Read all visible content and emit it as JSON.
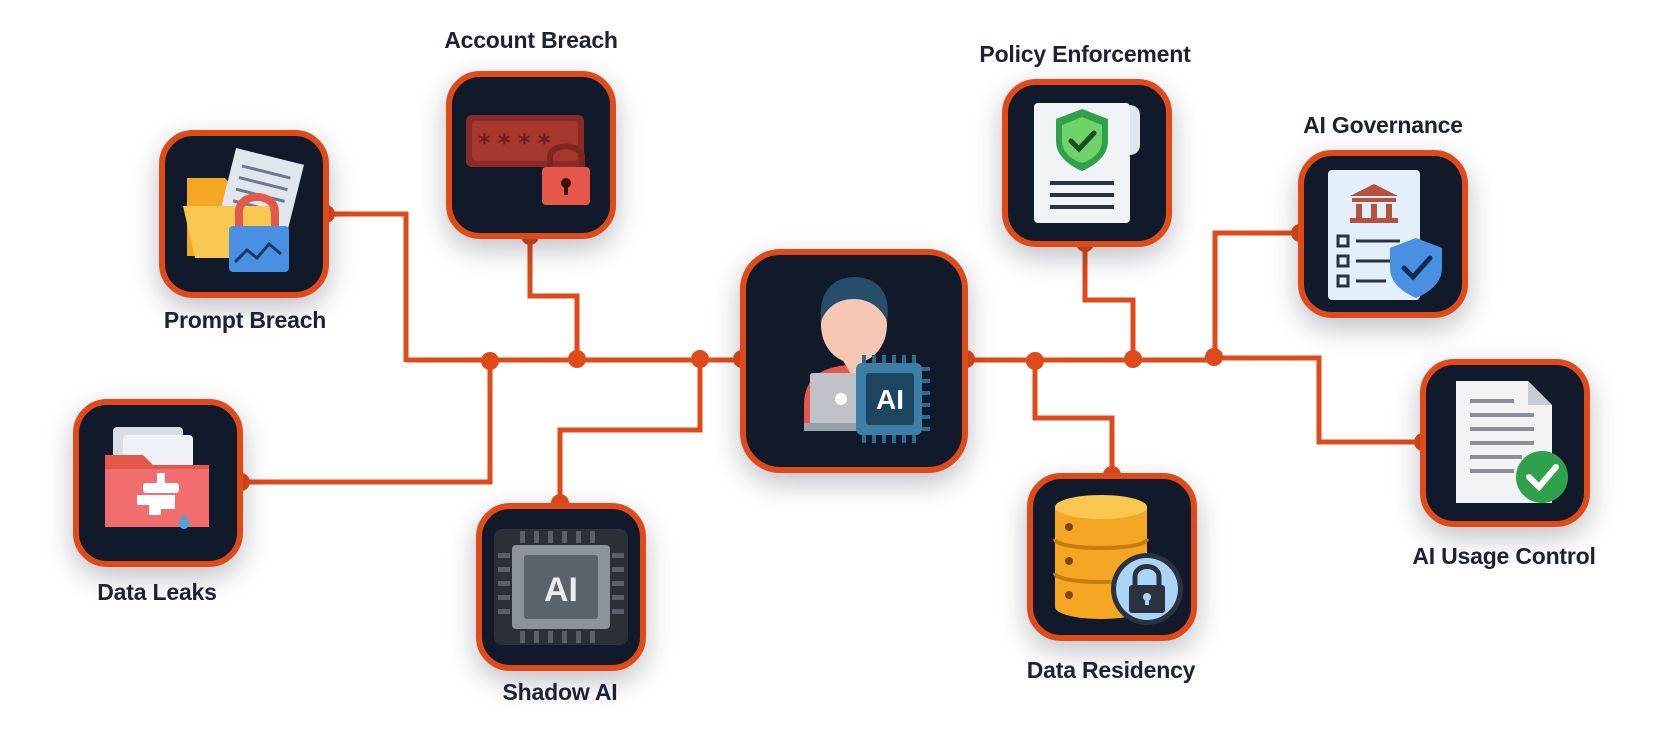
{
  "colors": {
    "connector": "#e04a18",
    "tile_background": "#111a2b",
    "label_text": "#1c2233"
  },
  "center": {
    "icon": "user-with-ai-chip-icon"
  },
  "nodes": {
    "account_breach": {
      "label": "Account Breach",
      "icon": "password-lock-icon"
    },
    "prompt_breach": {
      "label": "Prompt Breach",
      "icon": "folder-document-lock-icon"
    },
    "data_leaks": {
      "label": "Data Leaks",
      "icon": "leaking-folder-icon"
    },
    "shadow_ai": {
      "label": "Shadow AI",
      "icon": "ai-chip-icon"
    },
    "policy_enforcement": {
      "label": "Policy Enforcement",
      "icon": "policy-document-shield-icon"
    },
    "ai_governance": {
      "label": "AI Governance",
      "icon": "governance-checklist-icon"
    },
    "ai_usage_control": {
      "label": "AI Usage Control",
      "icon": "document-check-icon"
    },
    "data_residency": {
      "label": "Data Residency",
      "icon": "database-lock-icon"
    }
  }
}
